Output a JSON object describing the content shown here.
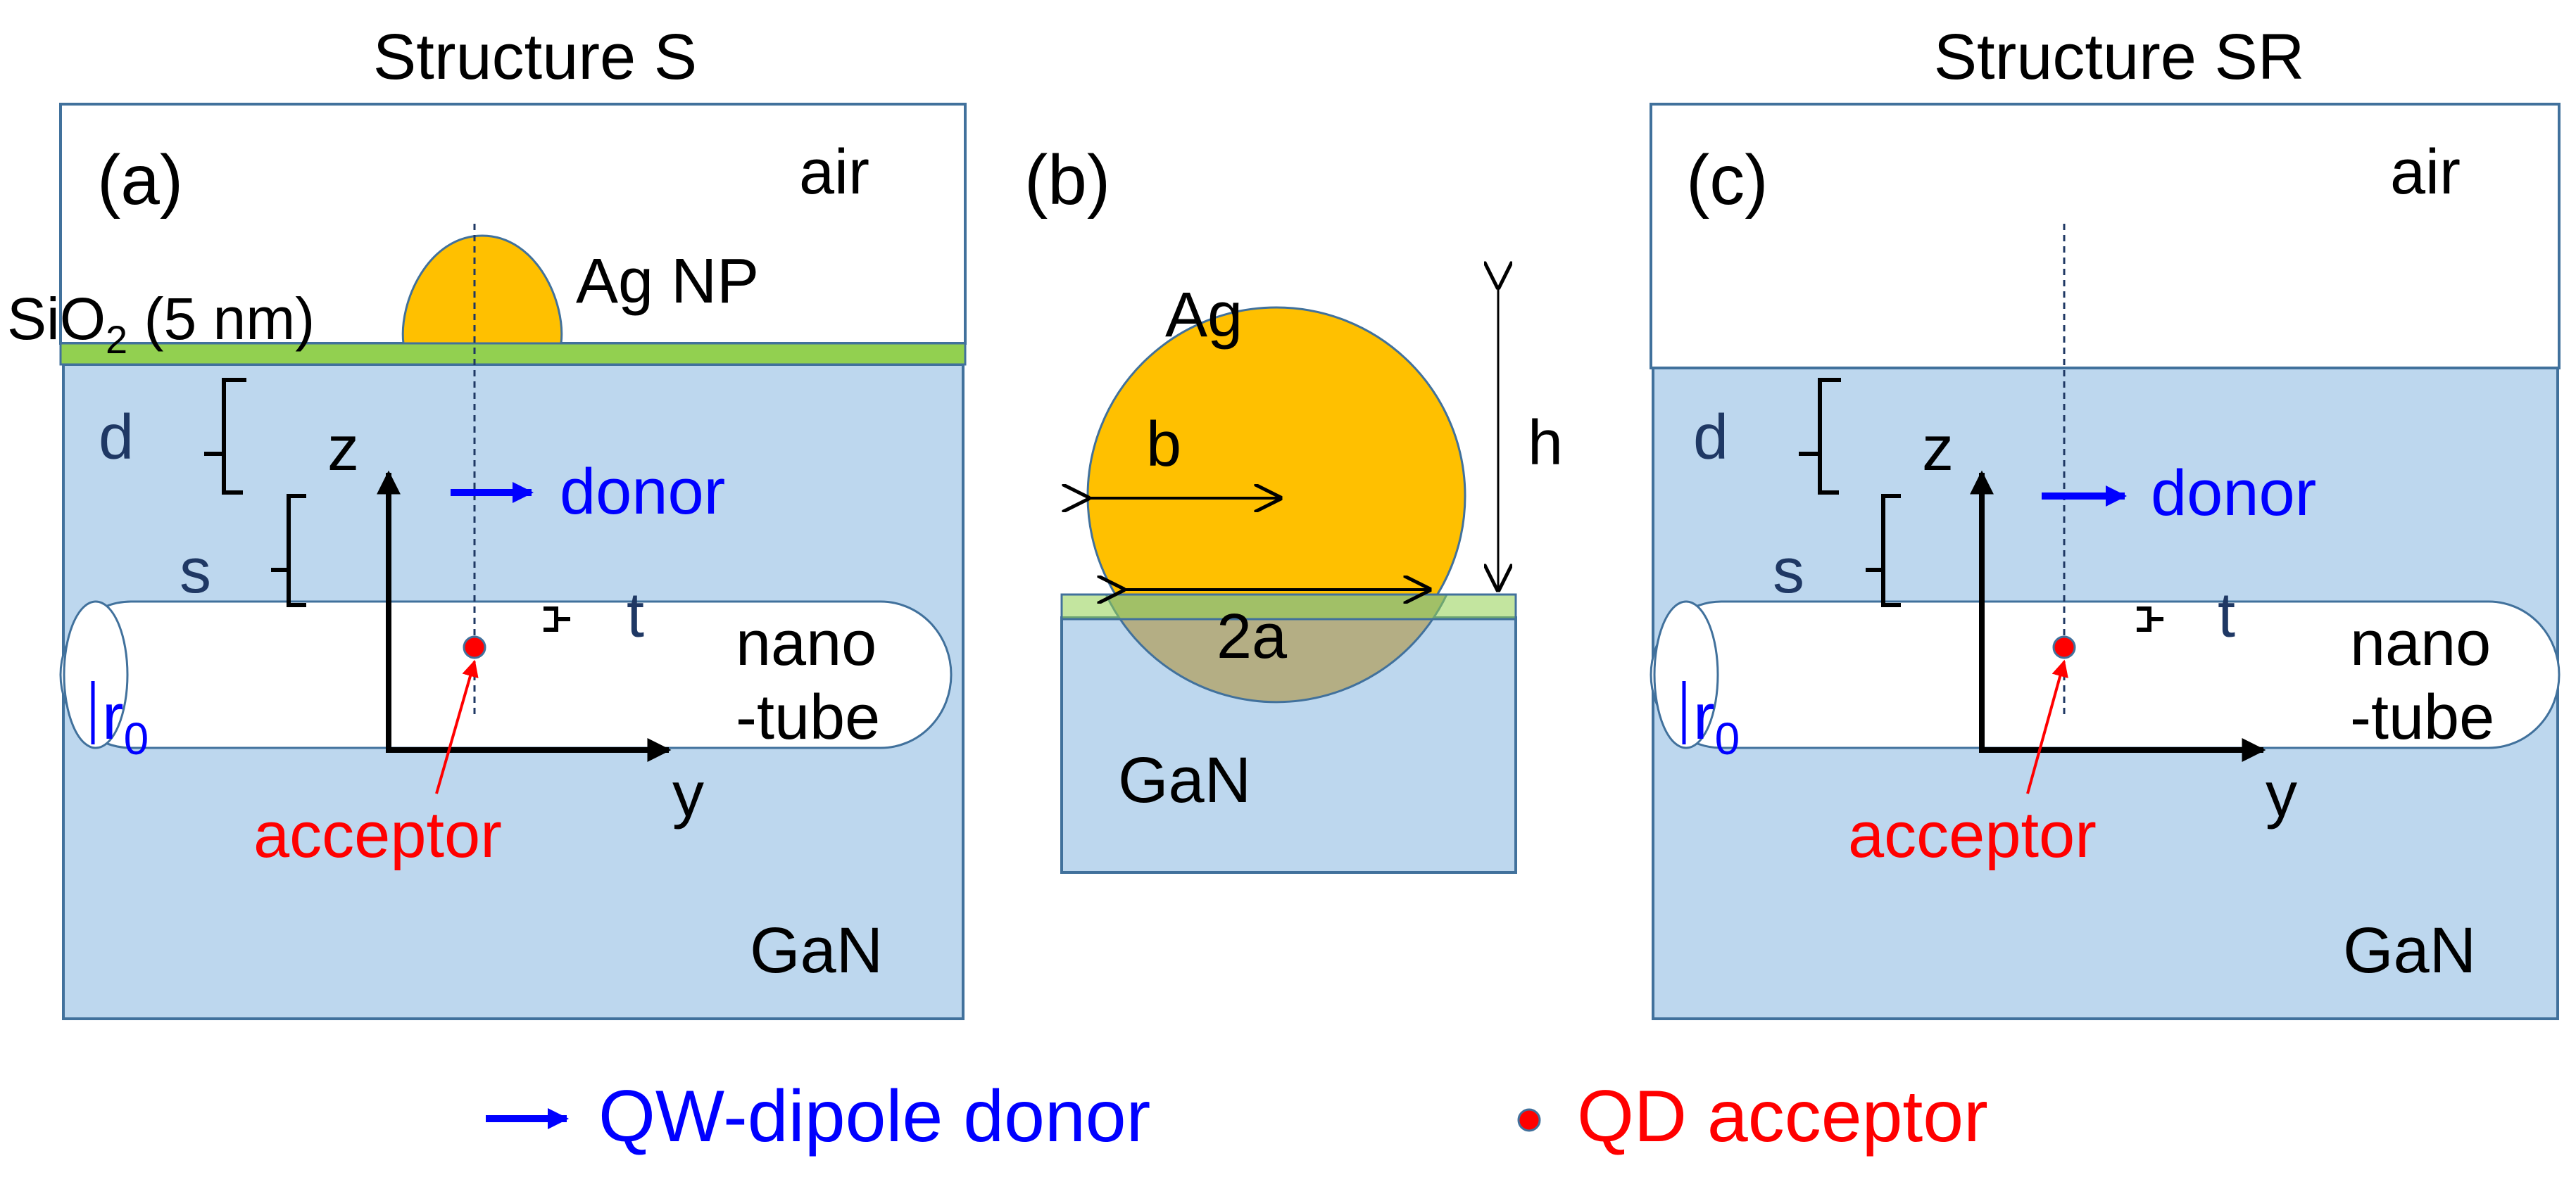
{
  "panels": {
    "a": {
      "heading": "Structure S",
      "label": "(a)",
      "air": "air",
      "np": "Ag NP",
      "sio2": {
        "main": "SiO",
        "sub": "2",
        "rest": " (5 nm)"
      },
      "d": "d",
      "s": "s",
      "t": "t",
      "z": "z",
      "y": "y",
      "donor": "donor",
      "acceptor": "acceptor",
      "tube1": "nano",
      "tube2": "-tube",
      "r0": {
        "main": "r",
        "sub": "0"
      },
      "gan": "GaN"
    },
    "b": {
      "label": "(b)",
      "ag": "Ag",
      "b": "b",
      "h": "h",
      "twoa": "2a",
      "gan": "GaN"
    },
    "c": {
      "heading": "Structure SR",
      "label": "(c)",
      "air": "air",
      "d": "d",
      "s": "s",
      "t": "t",
      "z": "z",
      "y": "y",
      "donor": "donor",
      "acceptor": "acceptor",
      "tube1": "nano",
      "tube2": "-tube",
      "r0": {
        "main": "r",
        "sub": "0"
      },
      "gan": "GaN"
    }
  },
  "legend": {
    "donor": "QW-dipole donor",
    "acceptor": "QD acceptor"
  },
  "colors": {
    "gan": "#bdd7ee",
    "silver": "#ffc000",
    "sio2": "#92d050",
    "border": "#41719c",
    "donor": "#0000ff",
    "acceptor": "#ff0000",
    "dark_label": "#1f3864",
    "black": "#000000"
  }
}
